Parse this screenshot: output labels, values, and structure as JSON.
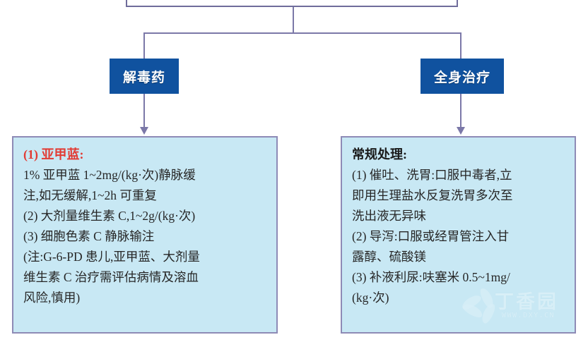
{
  "flowchart": {
    "top_node": {
      "label": ""
    },
    "branches": [
      {
        "id": "antidote",
        "label": "解毒药"
      },
      {
        "id": "systemic",
        "label": "全身治疗"
      }
    ],
    "panels": [
      {
        "id": "antidote",
        "heading": "(1) 亚甲蓝:",
        "heading_color": "#E23B34",
        "lines": [
          "1% 亚甲蓝 1~2mg/(kg·次)静脉缓",
          "注,如无缓解,1~2h 可重复",
          "(2) 大剂量维生素 C,1~2g/(kg·次)",
          "(3) 细胞色素 C 静脉输注",
          "(注:G-6-PD 患儿,亚甲蓝、大剂量",
          "维生素 C 治疗需评估病情及溶血",
          "风险,慎用)"
        ]
      },
      {
        "id": "systemic",
        "heading": "常规处理:",
        "heading_color": "#1a1a1a",
        "lines": [
          "(1) 催吐、洗胃:口服中毒者,立",
          "即用生理盐水反复洗胃多次至",
          "洗出液无异味",
          "(2) 导泻:口服或经胃管注入甘",
          "露醇、硫酸镁",
          "(3) 补液利尿:呋塞米 0.5~1mg/",
          "(kg·次)"
        ]
      }
    ]
  },
  "watermark": {
    "text": "丁香园",
    "url": "WWW.DXY.CN"
  },
  "colors": {
    "node_blue": "#10529F",
    "panel_fill": "#C8E8F4",
    "panel_border": "#8E8BB6",
    "connector": "#7B78A8",
    "accent_red": "#E23B34"
  }
}
